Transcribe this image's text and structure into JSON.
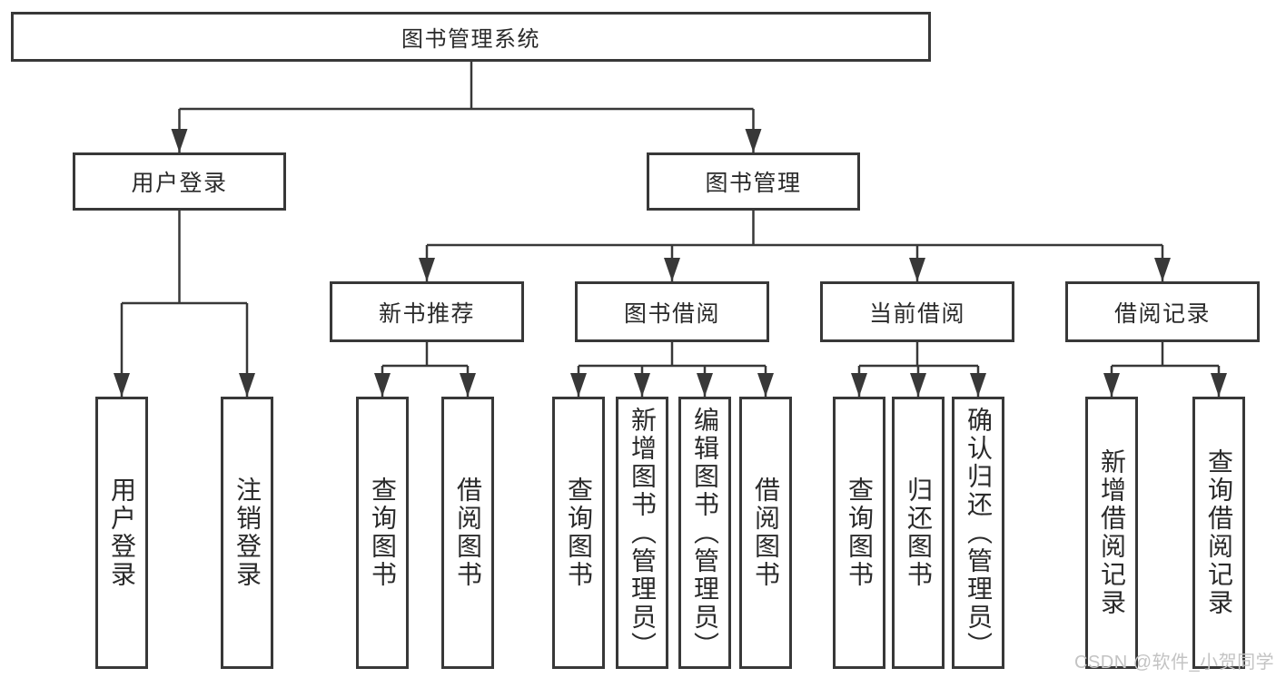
{
  "diagram": {
    "root": "图书管理系统",
    "branches": [
      {
        "label": "用户登录",
        "leaves": [
          "用户登录",
          "注销登录"
        ]
      },
      {
        "label": "图书管理",
        "sections": [
          {
            "label": "新书推荐",
            "leaves": [
              "查询图书",
              "借阅图书"
            ]
          },
          {
            "label": "图书借阅",
            "leaves": [
              "查询图书",
              "新增图书（管理员）",
              "编辑图书（管理员）",
              "借阅图书"
            ]
          },
          {
            "label": "当前借阅",
            "leaves": [
              "查询图书",
              "归还图书",
              "确认归还（管理员）"
            ]
          },
          {
            "label": "借阅记录",
            "leaves": [
              "新增借阅记录",
              "查询借阅记录"
            ]
          }
        ]
      }
    ]
  },
  "watermark": "CSDN @软件_小贺同学",
  "colors": {
    "line": "#383838",
    "box_border": "#383838",
    "text": "#2a2a2a",
    "watermark": "#c3c3c3",
    "background": "#ffffff"
  }
}
